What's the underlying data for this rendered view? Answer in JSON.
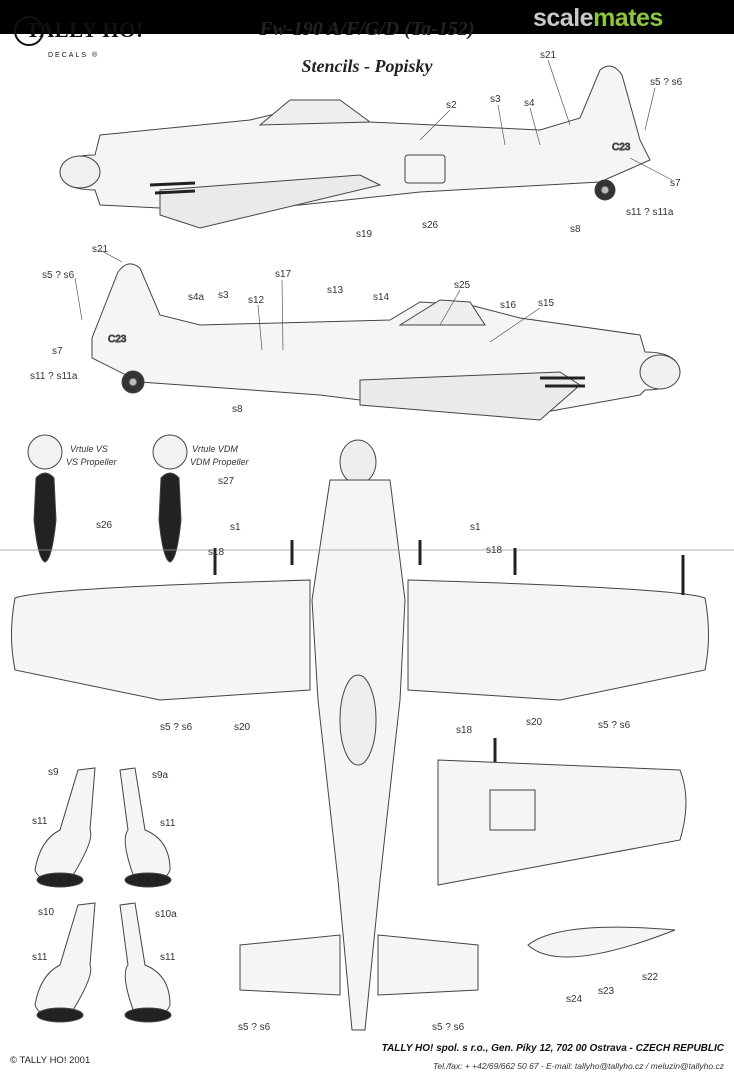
{
  "header": {
    "brand": "TALLY HO!",
    "brand_sub": "DECALS ®",
    "title": "Fw-190 A/F/G/D (Ta-152)",
    "subtitle": "Stencils - Popisky",
    "watermark_a": "scale",
    "watermark_b": "mates",
    "watermark_colors": {
      "scale": "#c9c9c9",
      "mates": "#8cc63f"
    }
  },
  "profile_top": {
    "callouts": [
      "s21",
      "s2",
      "s3",
      "s4",
      "s5 ? s6",
      "s7",
      "s11 ? s11a",
      "s8",
      "s26",
      "s19"
    ],
    "fuselage_code": "C23"
  },
  "profile_bottom": {
    "callouts": [
      "s21",
      "s5 ? s6",
      "s7",
      "s11 ? s11a",
      "s4a",
      "s3",
      "s12",
      "s17",
      "s13",
      "s14",
      "s25",
      "s16",
      "s15",
      "s8"
    ],
    "fuselage_code": "C23"
  },
  "propellers": [
    {
      "cz": "Vrtule VS",
      "en": "VS Propeller",
      "callout": "s26"
    },
    {
      "cz": "Vrtule VDM",
      "en": "VDM Propeller",
      "callout": "s27"
    }
  ],
  "planform": {
    "callouts": [
      "s1",
      "s1",
      "s18",
      "s18",
      "s5 ? s6",
      "s20",
      "s20",
      "s5 ? s6"
    ]
  },
  "gear_legs": {
    "callouts": [
      "s9",
      "s9a",
      "s11",
      "s11",
      "s10",
      "s10a",
      "s11",
      "s11"
    ]
  },
  "wing_detail": {
    "callouts": [
      "s18"
    ]
  },
  "tailplane": {
    "callouts": [
      "s5 ? s6",
      "s5 ? s6"
    ]
  },
  "drop_tank": {
    "callouts": [
      "s24",
      "s23",
      "s22"
    ]
  },
  "footer": {
    "copyright": "© TALLY HO! 2001",
    "company": "TALLY HO! spol. s r.o., Gen. Píky 12, 702 00 Ostrava - CZECH REPUBLIC",
    "contact": "Tel./fax: + +42/69/662 50 67 - E-mail: tallyho@tallyho.cz / meluzin@tallyho.cz"
  }
}
